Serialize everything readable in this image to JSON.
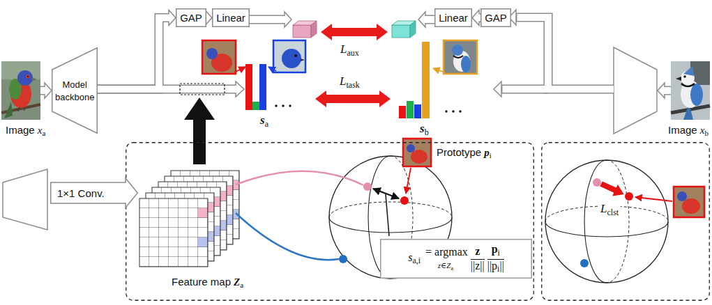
{
  "diagram": {
    "nodes": [
      {
        "text": [
          "Image",
          "x",
          "a"
        ]
      },
      {
        "text": [
          "Model backbone"
        ]
      },
      {
        "text": [
          "GAP"
        ]
      },
      {
        "text": [
          "Linear"
        ]
      },
      {
        "text": [
          "Linear"
        ]
      },
      {
        "text": [
          "GAP"
        ]
      },
      {
        "text": [
          "Image",
          "x",
          "b"
        ]
      },
      {
        "text": [
          "1×1 Conv."
        ]
      },
      {
        "text": [
          "Feature map",
          "Z",
          "a",
          "Prototype",
          "p",
          "i"
        ]
      },
      {
        "text": [
          "s",
          "a,i",
          "= argmax",
          "z∈Z",
          "a",
          "z",
          "||z||",
          "p",
          "i",
          "||p",
          "i",
          "||"
        ],
        "in": 8
      },
      {
        "text": [
          "L",
          "clst"
        ]
      }
    ],
    "edges": [
      {
        "from": 0,
        "to": 1,
        "arrow": "to"
      },
      {
        "from": 1,
        "to": 2,
        "arrow": "to"
      },
      {
        "from": 2,
        "to": 3,
        "arrow": "to"
      },
      {
        "from": 5,
        "to": 4,
        "arrow": "to"
      }
    ],
    "labels": [
      "L",
      "aux",
      "s",
      "a",
      "L",
      "task",
      "s",
      "b"
    ]
  }
}
